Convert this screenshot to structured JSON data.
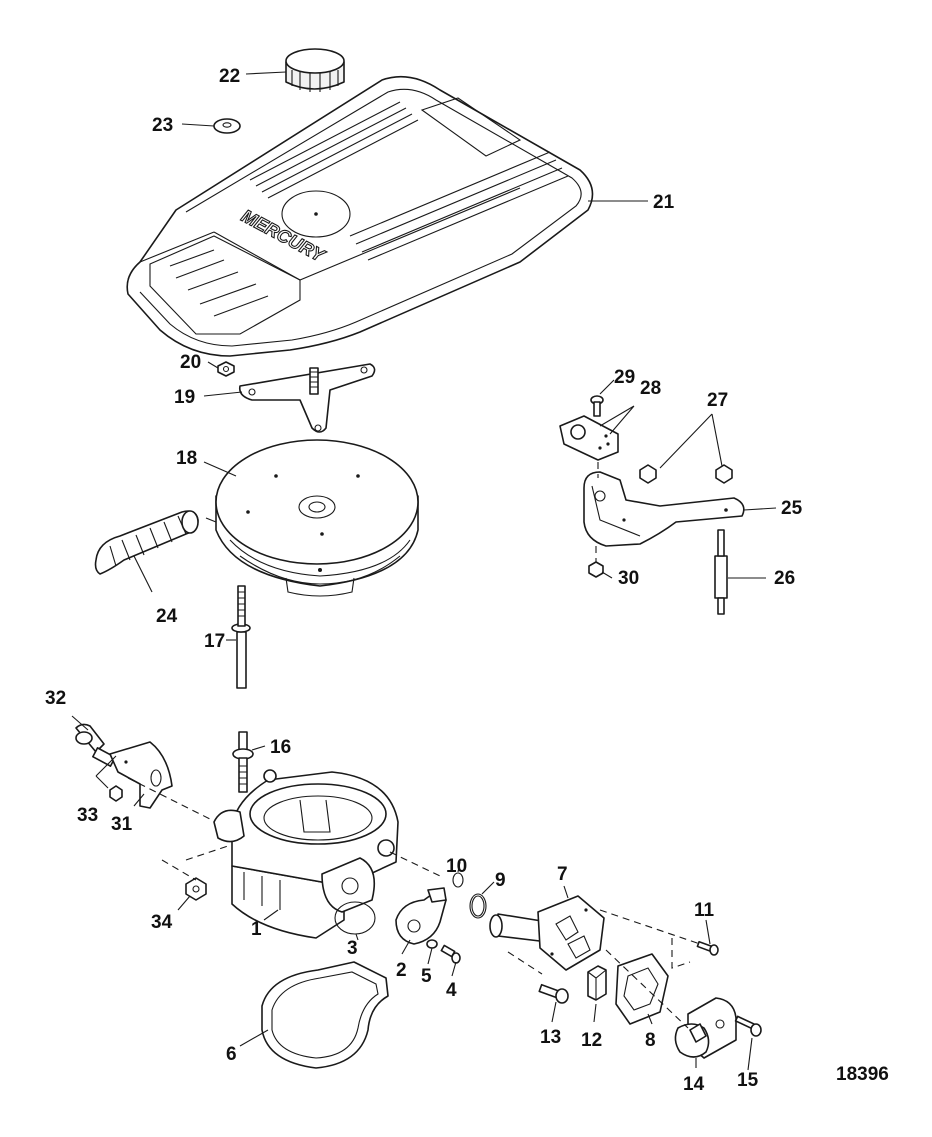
{
  "diagram": {
    "figure_number": "18396",
    "callouts": [
      "1",
      "2",
      "3",
      "4",
      "5",
      "6",
      "7",
      "8",
      "9",
      "10",
      "11",
      "12",
      "13",
      "14",
      "15",
      "16",
      "17",
      "18",
      "19",
      "20",
      "21",
      "22",
      "23",
      "24",
      "25",
      "26",
      "27",
      "28",
      "29",
      "30",
      "31",
      "32",
      "33",
      "34"
    ]
  }
}
